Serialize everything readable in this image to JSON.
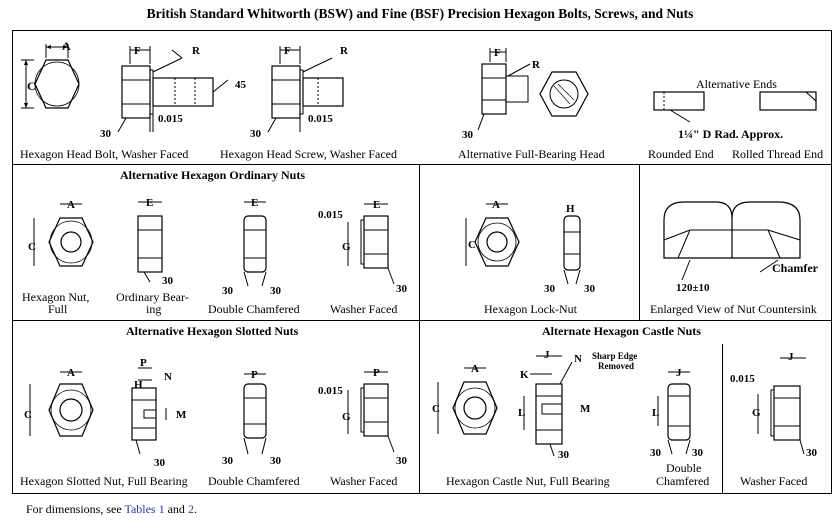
{
  "title": "British Standard Whitworth (BSW) and Fine (BSF) Precision Hexagon Bolts, Screws, and Nuts",
  "sections": {
    "ordinary": "Alternative Hexagon Ordinary Nuts",
    "slotted": "Alternative Hexagon Slotted Nuts",
    "castle": "Alternate Hexagon Castle Nuts"
  },
  "captions": {
    "bolt": "Hexagon Head Bolt, Washer Faced",
    "screw": "Hexagon Head Screw, Washer Faced",
    "full_bearing": "Alternative Full-Bearing Head",
    "rounded_end": "Rounded End",
    "rolled_end": "Rolled Thread End",
    "nut_full_1": "Hexagon Nut,",
    "nut_full_2": "Full",
    "ordinary_1": "Ordinary Bear-",
    "ordinary_2": "ing",
    "double_chamfered": "Double Chamfered",
    "washer_faced": "Washer Faced",
    "lock_nut": "Hexagon Lock-Nut",
    "enlarged": "Enlarged View of Nut Countersink",
    "slotted_full": "Hexagon Slotted Nut, Full Bearing",
    "double_chamfered_2": "Double Chamfered",
    "washer_faced_2": "Washer Faced",
    "castle_full": "Hexagon Castle Nut, Full Bearing",
    "castle_double_1": "Double",
    "castle_double_2": "Chamfered",
    "castle_washer": "Washer Faced"
  },
  "labels": {
    "A": "A",
    "C": "C",
    "F": "F",
    "R": "R",
    "E": "E",
    "G": "G",
    "H": "H",
    "P": "P",
    "N": "N",
    "M": "M",
    "J": "J",
    "K": "K",
    "L": "L",
    "D": "D",
    "deg30": "30",
    "deg45": "45",
    "offset": "0.015",
    "alt_ends": "Alternative Ends",
    "rad_approx": "1¼\" D Rad. Approx.",
    "chamfer": "Chamfer",
    "angle120": "120±10",
    "sharp_edge_1": "Sharp Edge",
    "sharp_edge_2": "Removed"
  },
  "footer": {
    "prefix": "For dimensions, see ",
    "tables": "Tables",
    "t1": "1",
    "and": " and ",
    "t2": "2",
    "suffix": "."
  }
}
